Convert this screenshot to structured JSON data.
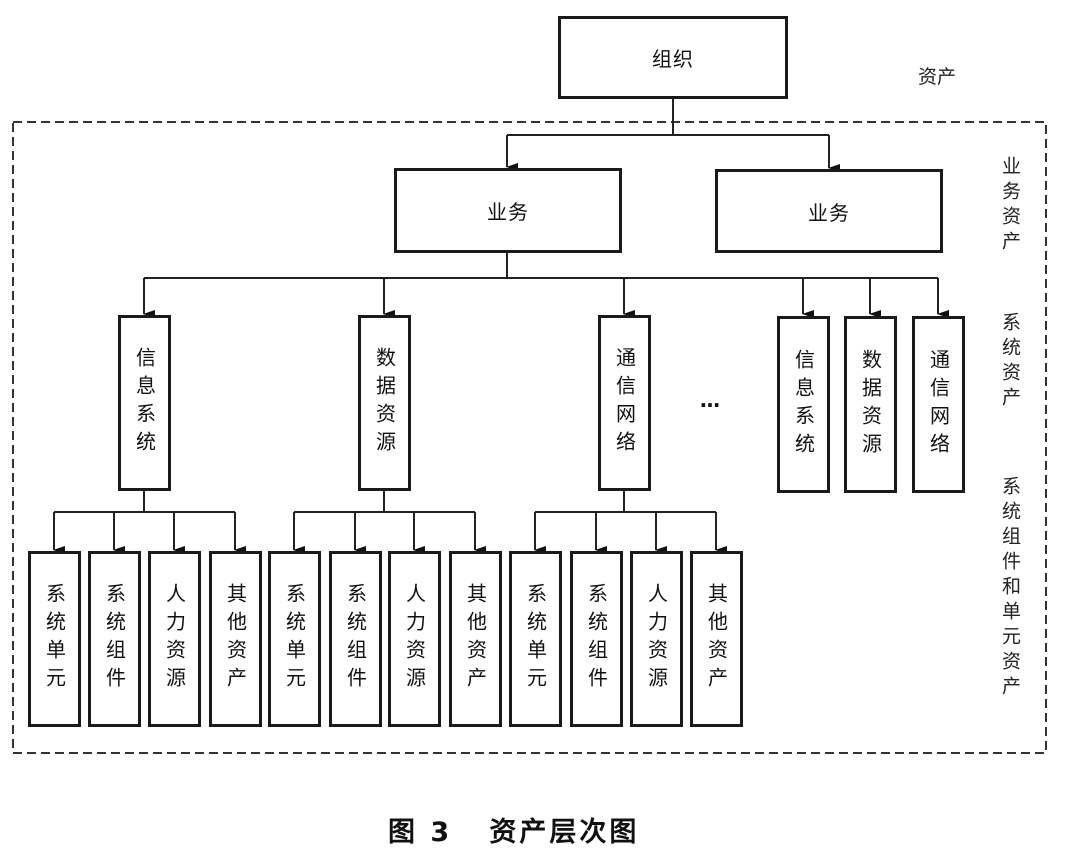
{
  "diagram": {
    "root": {
      "label": "组织"
    },
    "root_side_label": "资产",
    "business": [
      {
        "label": "业务"
      },
      {
        "label": "业务"
      }
    ],
    "systems_left": [
      {
        "label": "信息系统",
        "children": [
          "系统单元",
          "系统组件",
          "人力资源",
          "其他资产"
        ]
      },
      {
        "label": "数据资源",
        "children": [
          "系统单元",
          "系统组件",
          "人力资源",
          "其他资产"
        ]
      },
      {
        "label": "通信网络",
        "children": [
          "系统单元",
          "系统组件",
          "人力资源",
          "其他资产"
        ]
      }
    ],
    "ellipsis": "…",
    "systems_right": [
      {
        "label": "信息系统"
      },
      {
        "label": "数据资源"
      },
      {
        "label": "通信网络"
      }
    ],
    "layer_labels": {
      "business": "业务资产",
      "system": "系统资产",
      "component": "系统组件和单元资产"
    }
  },
  "caption": "图 3   资产层次图"
}
